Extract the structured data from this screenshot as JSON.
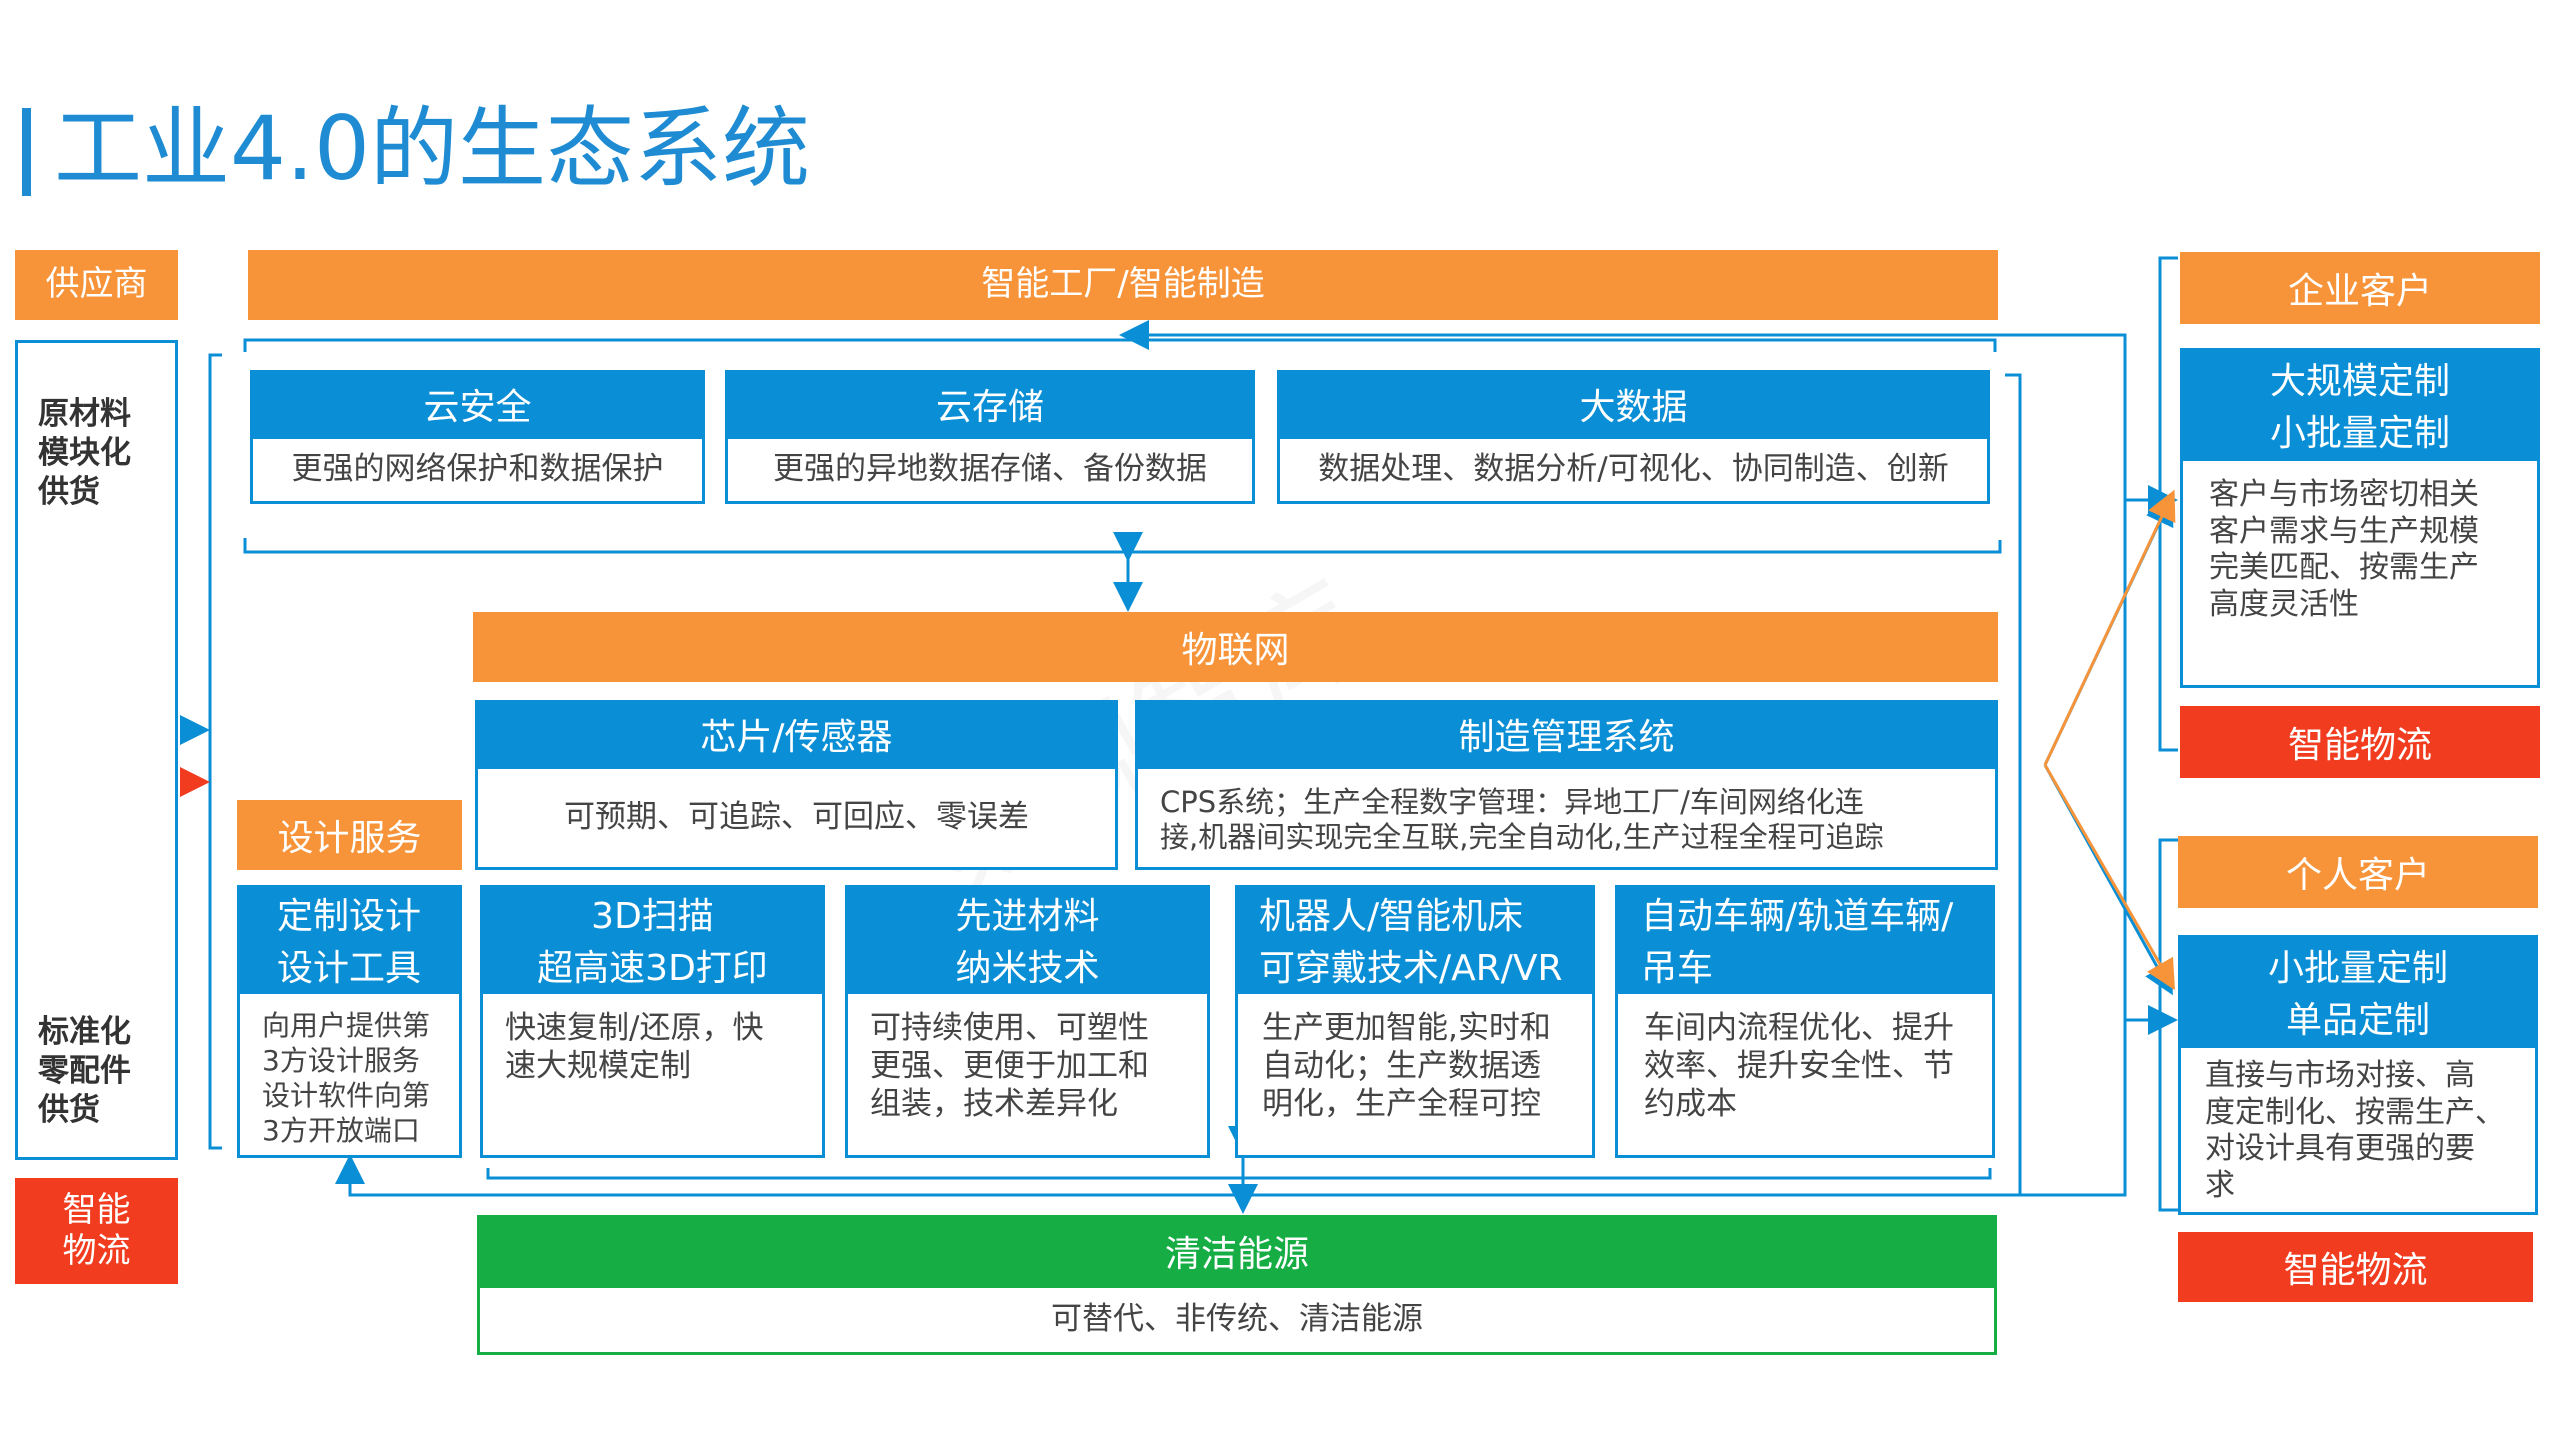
{
  "title": "工业4.0的生态系统",
  "watermark": "易观智库",
  "colors": {
    "title": "#1e8bd2",
    "orange": "#f7943a",
    "blue": "#0a8fd6",
    "red": "#f23c20",
    "green": "#16ad45"
  },
  "supplier": {
    "header": "供应商",
    "top_items": "原材料\n模块化\n供货",
    "bottom_items": "标准化\n零配件\n供货",
    "logistics": "智能\n物流"
  },
  "factory": {
    "header": "智能工厂/智能制造"
  },
  "cloud": [
    {
      "title": "云安全",
      "desc": "更强的网络保护和数据保护"
    },
    {
      "title": "云存储",
      "desc": "更强的异地数据存储、备份数据"
    },
    {
      "title": "大数据",
      "desc": "数据处理、数据分析/可视化、协同制造、创新"
    }
  ],
  "iot": {
    "header": "物联网",
    "chip": {
      "title": "芯片/传感器",
      "desc": "可预期、可追踪、可回应、零误差"
    },
    "mes": {
      "title": "制造管理系统",
      "desc": "CPS系统；生产全程数字管理：异地工厂/车间网络化连\n接,机器间实现完全互联,完全自动化,生产过程全程可追踪"
    }
  },
  "design": {
    "header": "设计服务",
    "title": "定制设计\n设计工具",
    "desc": "向用户提供第\n3方设计服务\n设计软件向第\n3方开放端口"
  },
  "techs": [
    {
      "title": "3D扫描\n超高速3D打印",
      "desc": "快速复制/还原，快\n速大规模定制"
    },
    {
      "title": "先进材料\n纳米技术",
      "desc": "可持续使用、可塑性\n更强、更便于加工和\n组装，技术差异化"
    },
    {
      "title": "机器人/智能机床\n可穿戴技术/AR/VR",
      "desc": "生产更加智能,实时和\n自动化；生产数据透\n明化，生产全程可控"
    },
    {
      "title": "自动车辆/轨道车辆/\n吊车",
      "desc": "车间内流程优化、提升\n效率、提升安全性、节\n约成本"
    }
  ],
  "energy": {
    "header": "清洁能源",
    "desc": "可替代、非传统、清洁能源"
  },
  "enterprise": {
    "header": "企业客户",
    "title": "大规模定制\n小批量定制",
    "desc": "客户与市场密切相关\n客户需求与生产规模\n完美匹配、按需生产\n高度灵活性",
    "logistics": "智能物流"
  },
  "personal": {
    "header": "个人客户",
    "title": "小批量定制\n单品定制",
    "desc": "直接与市场对接、高\n度定制化、按需生产、\n对设计具有更强的要\n求",
    "logistics": "智能物流"
  }
}
